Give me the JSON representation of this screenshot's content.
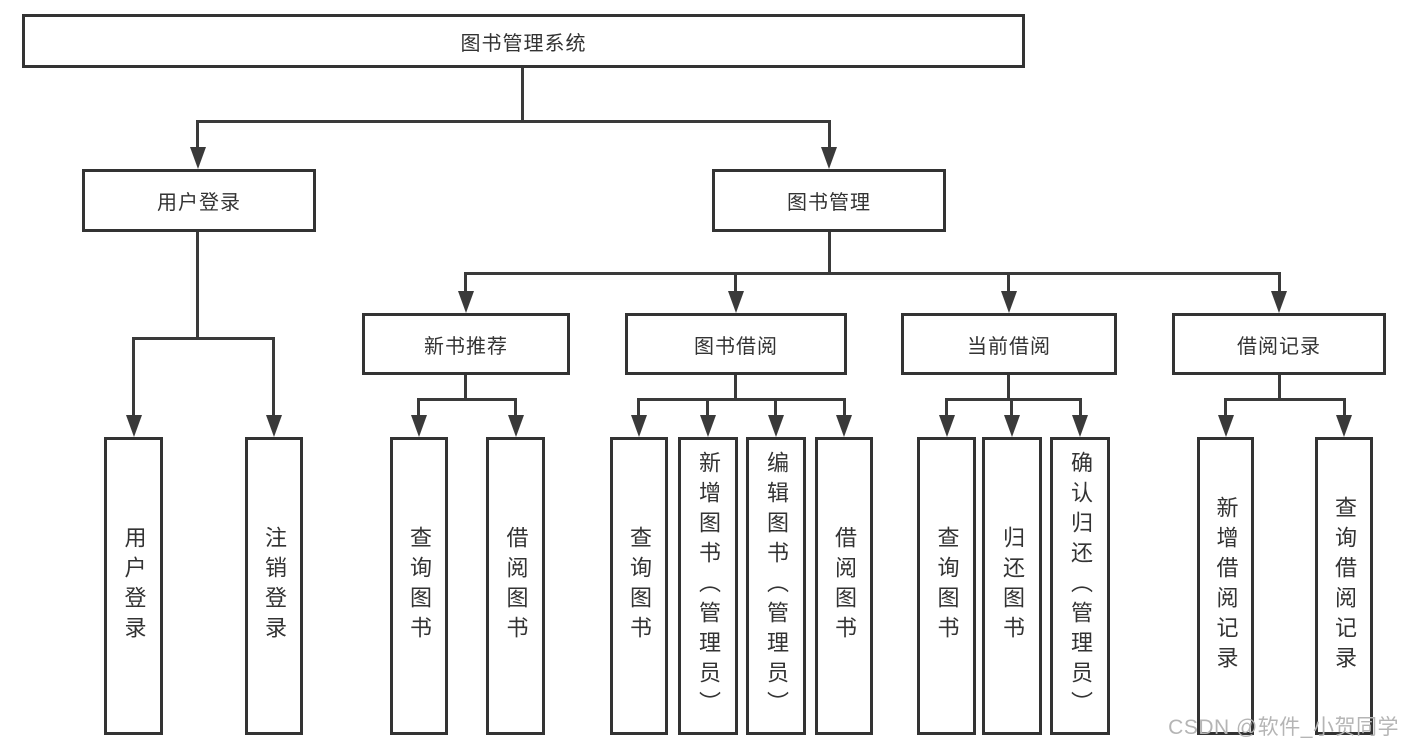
{
  "diagram": {
    "root": "图书管理系统",
    "branches": [
      {
        "label": "用户登录",
        "children": [
          "用户登录",
          "注销登录"
        ]
      },
      {
        "label": "图书管理",
        "children": [
          {
            "label": "新书推荐",
            "children": [
              "查询图书",
              "借阅图书"
            ]
          },
          {
            "label": "图书借阅",
            "children": [
              "查询图书",
              "新增图书（管理员）",
              "编辑图书（管理员）",
              "借阅图书"
            ]
          },
          {
            "label": "当前借阅",
            "children": [
              "查询图书",
              "归还图书",
              "确认归还（管理员）"
            ]
          },
          {
            "label": "借阅记录",
            "children": [
              "新增借阅记录",
              "查询借阅记录"
            ]
          }
        ]
      }
    ]
  },
  "watermark": {
    "text": "CSDN @软件_小贺同学"
  },
  "colors": {
    "line": "#3a3a3a",
    "border": "#333333",
    "text": "#333333",
    "watermark": "#b5b5b5",
    "background": "#ffffff"
  }
}
